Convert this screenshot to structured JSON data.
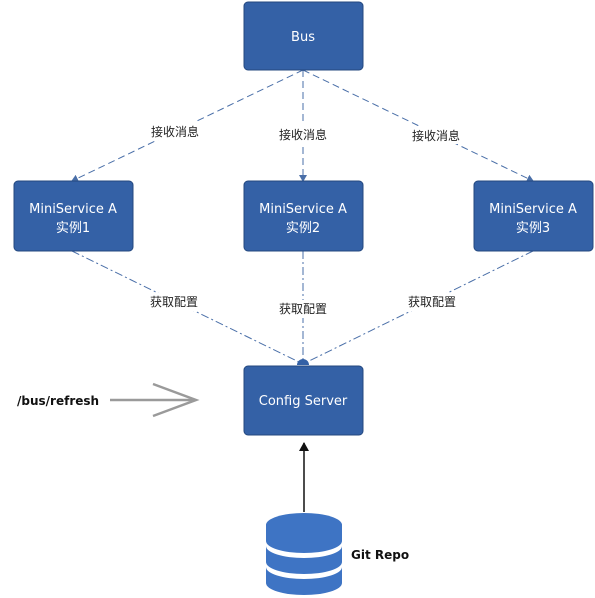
{
  "nodes": {
    "bus": {
      "label": "Bus"
    },
    "service1": {
      "line1": "MiniService A",
      "line2": "实例1"
    },
    "service2": {
      "line1": "MiniService A",
      "line2": "实例2"
    },
    "service3": {
      "line1": "MiniService A",
      "line2": "实例3"
    },
    "config_server": {
      "label": "Config Server"
    },
    "git_repo": {
      "label": "Git Repo"
    }
  },
  "edges": {
    "bus_to_service1": "接收消息",
    "bus_to_service2": "接收消息",
    "bus_to_service3": "接收消息",
    "service1_to_config": "获取配置",
    "service2_to_config": "获取配置",
    "service3_to_config": "获取配置"
  },
  "trigger": {
    "label": "/bus/refresh"
  },
  "colors": {
    "node_fill": "#3461a6",
    "edge": "#4a6fa8",
    "database": "#3e74c4",
    "trigger_arrow": "#9a9a9a"
  }
}
